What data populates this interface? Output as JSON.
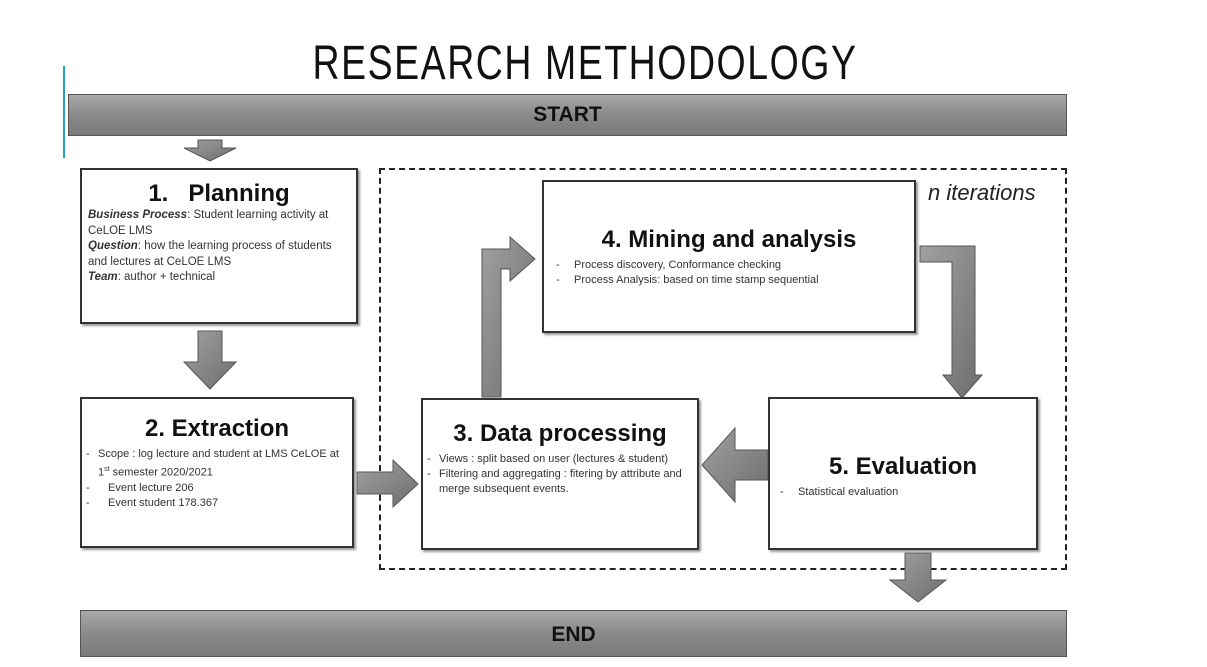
{
  "title": "RESEARCH METHODOLOGY",
  "start_label": "START",
  "end_label": "END",
  "iterations_label": "n iterations",
  "planning": {
    "title": "1.   Planning",
    "lines": [
      {
        "key": "Business Process",
        "text": ": Student learning activity at CeLOE LMS"
      },
      {
        "key": "Question",
        "text": ": how the learning process of students and lectures at CeLOE LMS"
      },
      {
        "key": "Team",
        "text": ": author + technical"
      }
    ]
  },
  "extraction": {
    "title": "2. Extraction",
    "scope": "Scope : log lecture and student at LMS CeLOE at 1",
    "scope_sup": "st",
    "scope_tail": " semester 2020/2021",
    "items": [
      "Event lecture 206",
      "Event student 178.367"
    ]
  },
  "data_processing": {
    "title": "3. Data processing",
    "items": [
      "Views : split based on user (lectures & student)",
      "Filtering and aggregating : fitering by attribute and merge subsequent events."
    ]
  },
  "mining": {
    "title": "4. Mining and analysis",
    "items": [
      "Process discovery, Conformance checking",
      "Process Analysis: based on time stamp sequential"
    ]
  },
  "evaluation": {
    "title": "5. Evaluation",
    "items": [
      "Statistical evaluation"
    ]
  }
}
